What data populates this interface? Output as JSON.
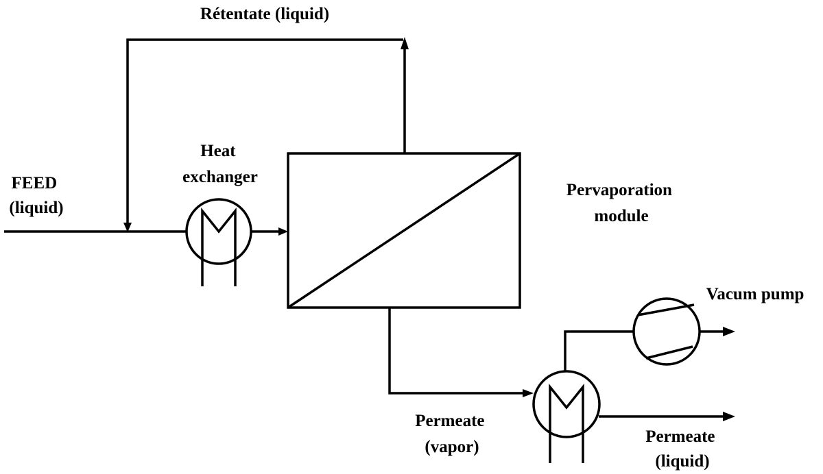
{
  "labels": {
    "retentate": "Rétentate (liquid)",
    "feed_line1": "FEED",
    "feed_line2": "(liquid)",
    "heat_exchanger_line1": "Heat",
    "heat_exchanger_line2": "exchanger",
    "module_line1": "Pervaporation",
    "module_line2": "module",
    "vacuum_pump": "Vacum pump",
    "permeate_vapor_line1": "Permeate",
    "permeate_vapor_line2": "(vapor)",
    "permeate_liquid_line1": "Permeate",
    "permeate_liquid_line2": "(liquid)"
  },
  "colors": {
    "line": "#000000",
    "background": "#ffffff"
  },
  "icons": {
    "heat_exchanger": "heat-exchanger-icon",
    "condenser": "condenser-icon",
    "vacuum_pump": "vacuum-pump-icon",
    "membrane_module": "membrane-module-icon"
  }
}
